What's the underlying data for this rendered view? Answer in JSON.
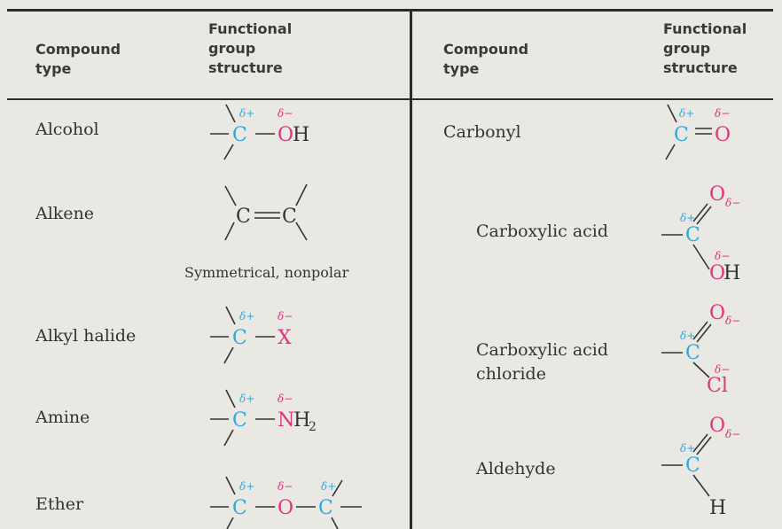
{
  "headers": {
    "left_type": "Compound\ntype",
    "left_structure": "Functional\ngroup\nstructure",
    "right_type": "Compound\ntype",
    "right_structure": "Functional\ngroup\nstructure"
  },
  "left_rows": [
    {
      "name": "Alcohol"
    },
    {
      "name": "Alkene",
      "note": "Symmetrical, nonpolar"
    },
    {
      "name": "Alkyl halide"
    },
    {
      "name": "Amine"
    },
    {
      "name": "Ether"
    }
  ],
  "right_rows": [
    {
      "name": "Carbonyl"
    },
    {
      "name": "Carboxylic acid"
    },
    {
      "name": "Carboxylic acid\nchloride"
    },
    {
      "name": "Aldehyde"
    }
  ],
  "atoms": {
    "carbon": "C",
    "oxygen": "O",
    "hydroxyl": "OH",
    "halogen": "X",
    "nitrogen": "N",
    "h2": "H",
    "sub2": "2",
    "chlorine": "Cl",
    "hydrogen": "H",
    "h_of_oh": "H"
  },
  "partial_charges": {
    "positive": "δ+",
    "negative": "δ−"
  },
  "colors": {
    "partial_positive": "#2aa9df",
    "partial_negative": "#e0337d",
    "text": "#333333",
    "background": "#e9e8e3"
  }
}
